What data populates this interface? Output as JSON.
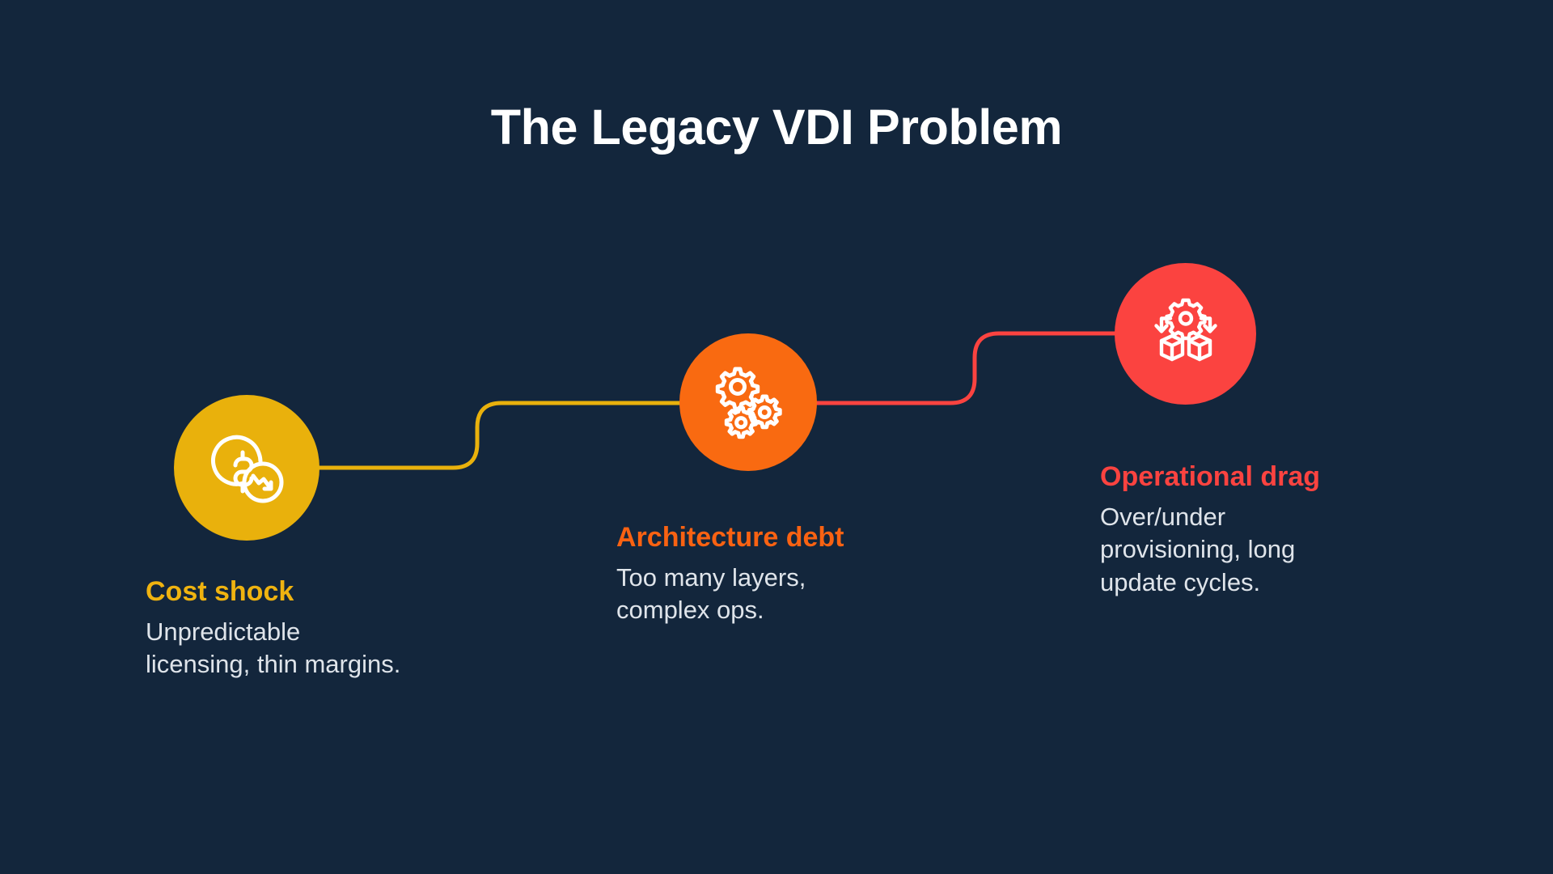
{
  "slide": {
    "title": "The Legacy VDI Problem",
    "background_color": "#13263c",
    "body_text_color": "#dfe4ea"
  },
  "nodes": [
    {
      "id": "cost-shock",
      "heading": "Cost shock",
      "body": "Unpredictable licensing, thin margins.",
      "body_line_1": "Unpredictable",
      "body_line_2": "licensing, thin margins.",
      "color": "#e9b10c",
      "heading_color": "#efb310",
      "icon": "coin-dollar-down-icon"
    },
    {
      "id": "architecture-debt",
      "heading": "Architecture debt",
      "body": "Too many layers, complex ops.",
      "body_line_1": "Too many layers,",
      "body_line_2": "complex ops.",
      "color": "#f96a11",
      "heading_color": "#f96212",
      "icon": "gears-icon"
    },
    {
      "id": "operational-drag",
      "heading": "Operational drag",
      "body": "Over/under provisioning, long update cycles.",
      "body_line_1": "Over/under",
      "body_line_2": "provisioning, long",
      "body_line_3": "update cycles.",
      "color": "#fb4340",
      "heading_color": "#fb4340",
      "icon": "gear-arrows-cubes-icon"
    }
  ],
  "connectors": [
    {
      "id": "connector-cost-to-arch",
      "from": "cost-shock",
      "to": "architecture-debt",
      "color": "#e9b10c"
    },
    {
      "id": "connector-arch-to-ops",
      "from": "architecture-debt",
      "to": "operational-drag",
      "color": "#fb4340"
    }
  ]
}
